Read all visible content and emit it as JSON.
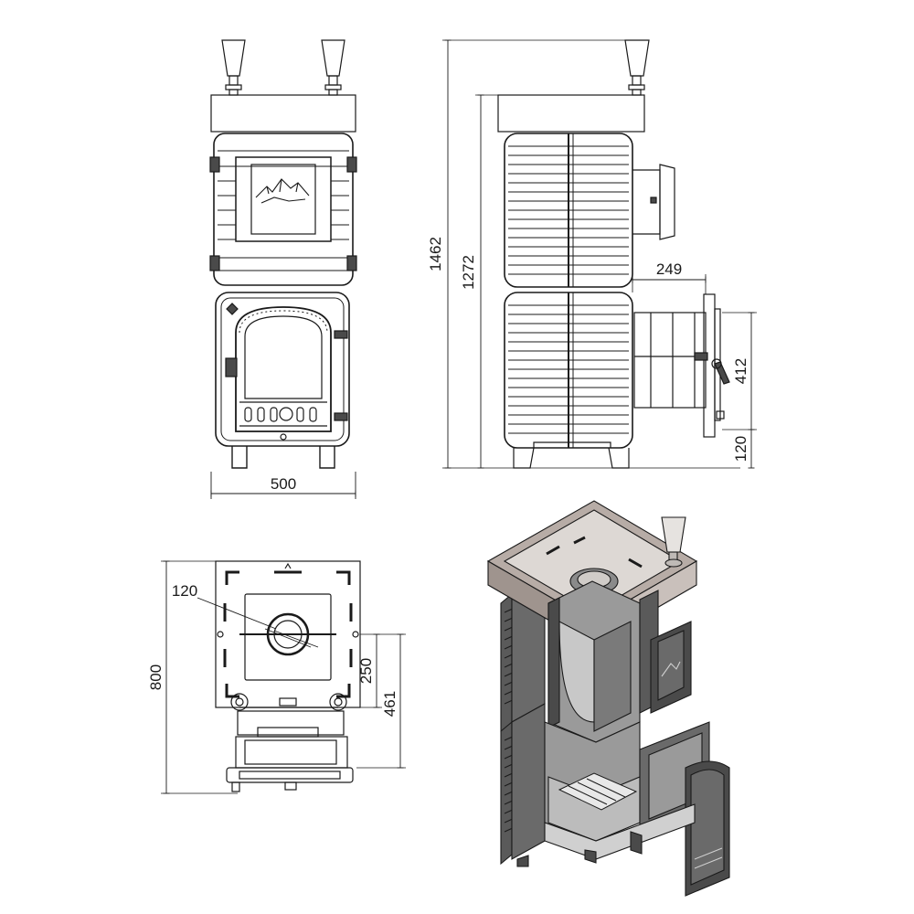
{
  "dimensions": {
    "front_width": "500",
    "total_height": "1462",
    "body_height": "1272",
    "outlet_depth": "249",
    "outlet_height": "412",
    "base_height": "120",
    "top_chimney": "120",
    "top_depth": "800",
    "top_250": "250",
    "top_461": "461"
  },
  "colors": {
    "line": "#1a1a1a",
    "lid_top": "#b7aca6",
    "lid_inside": "#ddd8d4",
    "iron": "#4a4a4a",
    "iron_light": "#8a8a8a",
    "cavity": "#9a9a9a"
  }
}
